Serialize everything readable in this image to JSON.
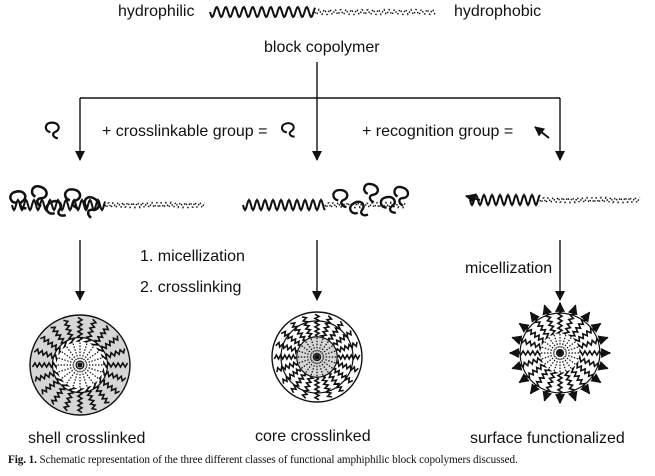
{
  "labels": {
    "hydrophilic": "hydrophilic",
    "hydrophobic": "hydrophobic",
    "block_copolymer": "block copolymer",
    "crosslinkable": "+ crosslinkable group =",
    "recognition": "+ recognition group =",
    "step1": "1. micellization",
    "step2": "2. crosslinking",
    "micellization": "micellization",
    "shell": "shell crosslinked",
    "core": "core crosslinked",
    "surface": "surface functionalized"
  },
  "caption": {
    "label": "Fig. 1.",
    "text": "Schematic representation of the three different classes of functional amphiphilic block copolymers discussed."
  },
  "colors": {
    "ink": "#111111",
    "fill": "#d6d6d6"
  }
}
